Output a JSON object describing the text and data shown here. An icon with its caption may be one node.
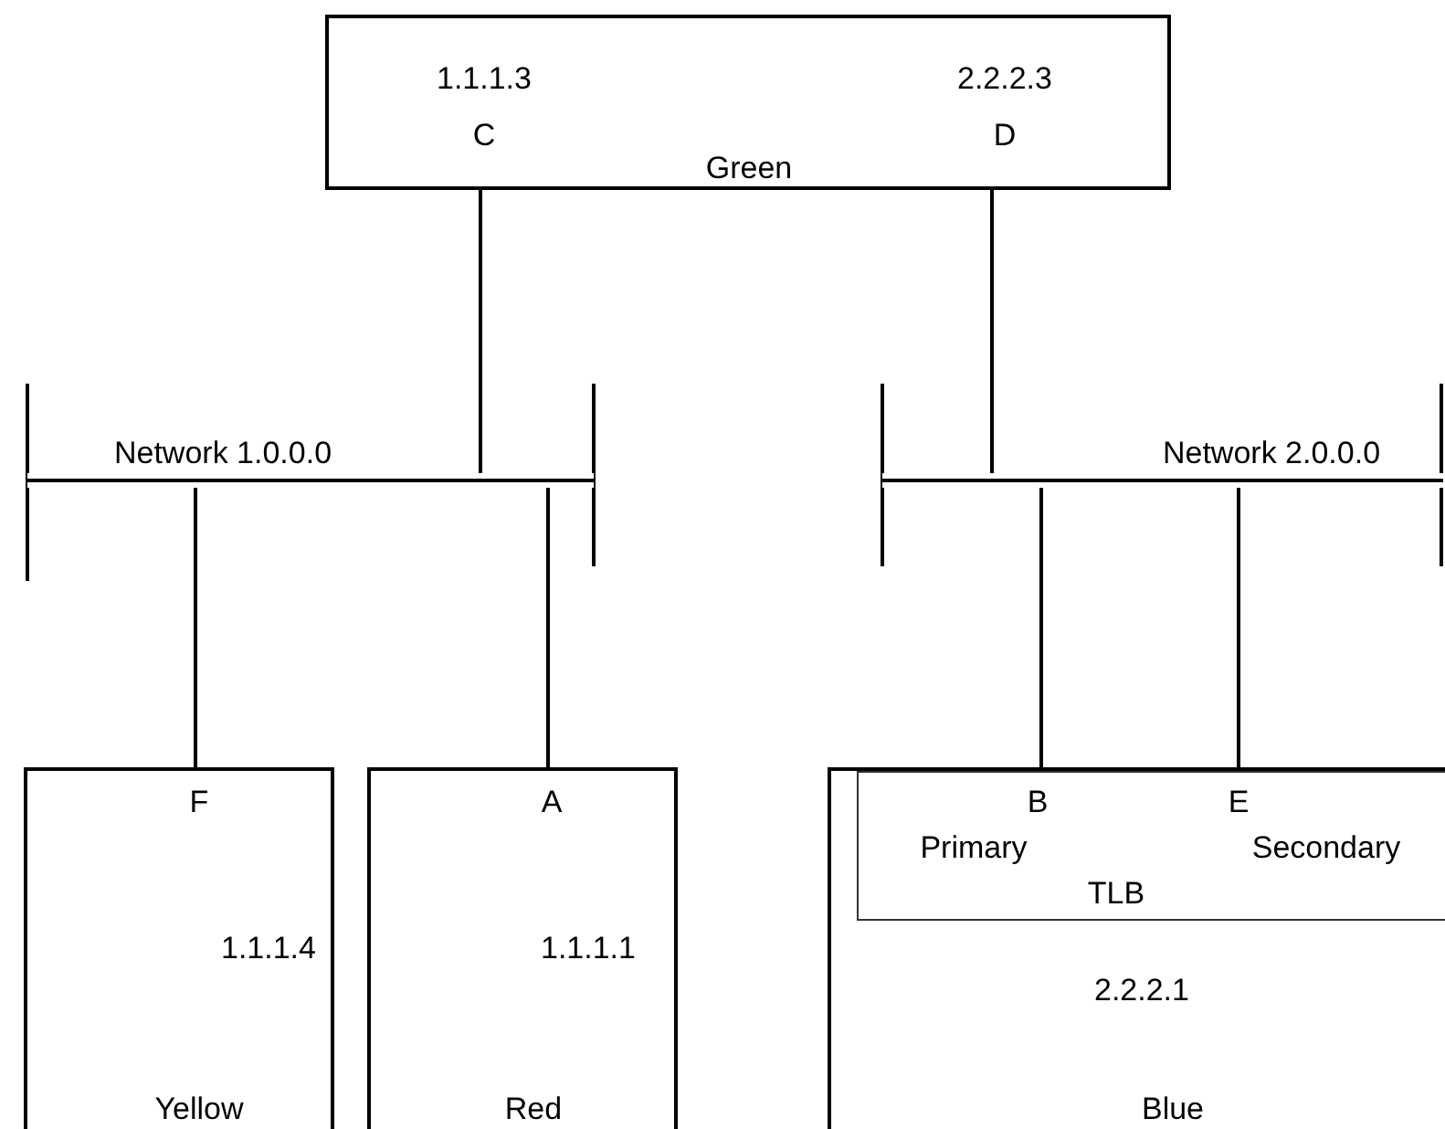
{
  "diagram": {
    "nodes": [
      {
        "text": [
          "1.1.1.3",
          "C",
          "Green",
          "2.2.2.3",
          "D"
        ]
      },
      {
        "text": [
          "Network 1.0.0.0"
        ]
      },
      {
        "text": [
          "Network 2.0.0.0"
        ]
      },
      {
        "text": [
          "F",
          "1.1.1.4",
          "Yellow"
        ]
      },
      {
        "text": [
          "A",
          "1.1.1.1",
          "Red"
        ]
      },
      {
        "text": [
          "2.2.2.1",
          "Blue"
        ]
      },
      {
        "text": [
          "B",
          "Primary",
          "E",
          "Secondary",
          "TLB"
        ],
        "in": 5
      }
    ],
    "edges": [
      {
        "from": 0,
        "to": 1,
        "arrow": "none"
      },
      {
        "from": 0,
        "to": 2,
        "arrow": "none"
      },
      {
        "from": 1,
        "to": 3,
        "arrow": "none"
      },
      {
        "from": 1,
        "to": 4,
        "arrow": "none"
      },
      {
        "from": 2,
        "to": 6,
        "arrow": "none"
      },
      {
        "from": 2,
        "to": 6,
        "arrow": "none"
      }
    ]
  }
}
